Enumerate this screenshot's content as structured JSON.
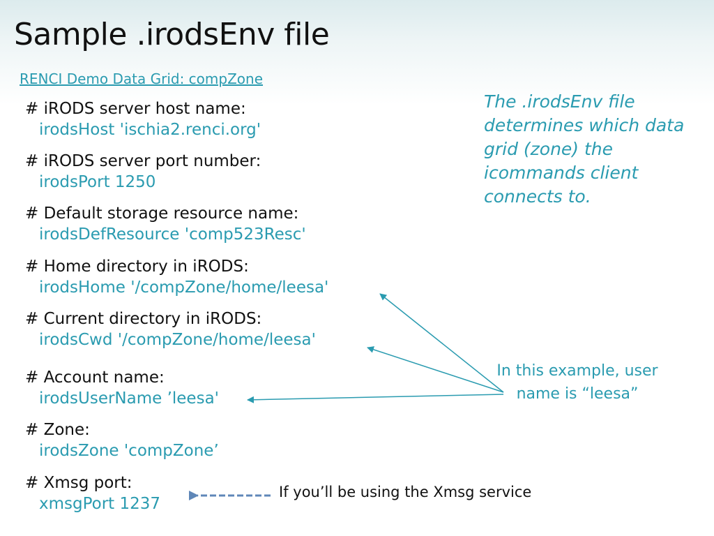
{
  "title": "Sample .irodsEnv file",
  "subtitle": "RENCI Demo Data Grid: compZone",
  "entries": [
    {
      "comment": "# iRODS server host name:",
      "value": "irodsHost 'ischia2.renci.org'"
    },
    {
      "comment": "# iRODS server port number:",
      "value": "irodsPort 1250"
    },
    {
      "comment": "# Default storage resource name:",
      "value": "irodsDefResource 'comp523Resc'"
    },
    {
      "comment": "# Home directory in iRODS:",
      "value": "irodsHome '/compZone/home/leesa'"
    },
    {
      "comment": "# Current directory in iRODS:",
      "value": "irodsCwd '/compZone/home/leesa'"
    },
    {
      "comment": "# Account name:",
      "value": "irodsUserName ’leesa'"
    },
    {
      "comment": "# Zone:",
      "value": "irodsZone 'compZone’"
    },
    {
      "comment": "# Xmsg port:",
      "value": "xmsgPort 1237"
    }
  ],
  "side_note": "The .irodsEnv file determines which data grid (zone) the icommands client connects to.",
  "callout": "In this example, user name is “leesa”",
  "xmsg_note": "If you’ll be using the Xmsg service",
  "colors": {
    "accent": "#2a9bb0",
    "text": "#111111",
    "arrow": "#5f87b8"
  }
}
